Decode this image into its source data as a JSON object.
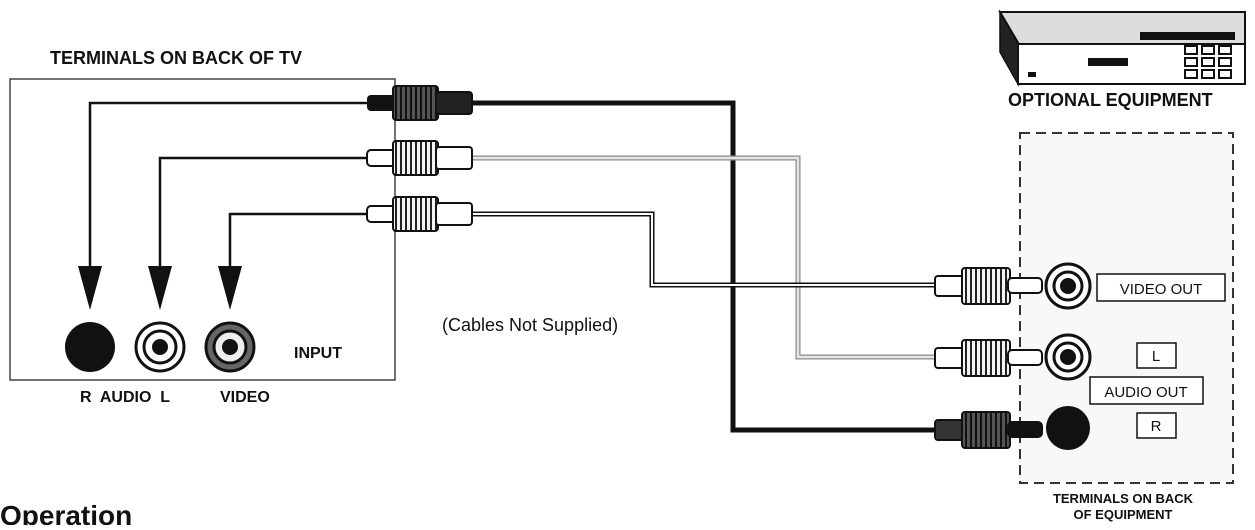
{
  "labels": {
    "tv_title": "TERMINALS ON BACK OF TV",
    "input": "INPUT",
    "r_audio_l": "R  AUDIO  L",
    "video": "VIDEO",
    "cables_note": "(Cables Not Supplied)",
    "optional_equipment": "OPTIONAL EQUIPMENT",
    "video_out": "VIDEO OUT",
    "audio_l": "L",
    "audio_out": "AUDIO OUT",
    "audio_r": "R",
    "equip_terminals_line1": "TERMINALS ON BACK",
    "equip_terminals_line2": "OF EQUIPMENT"
  },
  "section": {
    "heading": "Operation"
  },
  "colors": {
    "ink": "#111111",
    "panel_border": "#444444",
    "white_cable": "#bdbdbd"
  }
}
